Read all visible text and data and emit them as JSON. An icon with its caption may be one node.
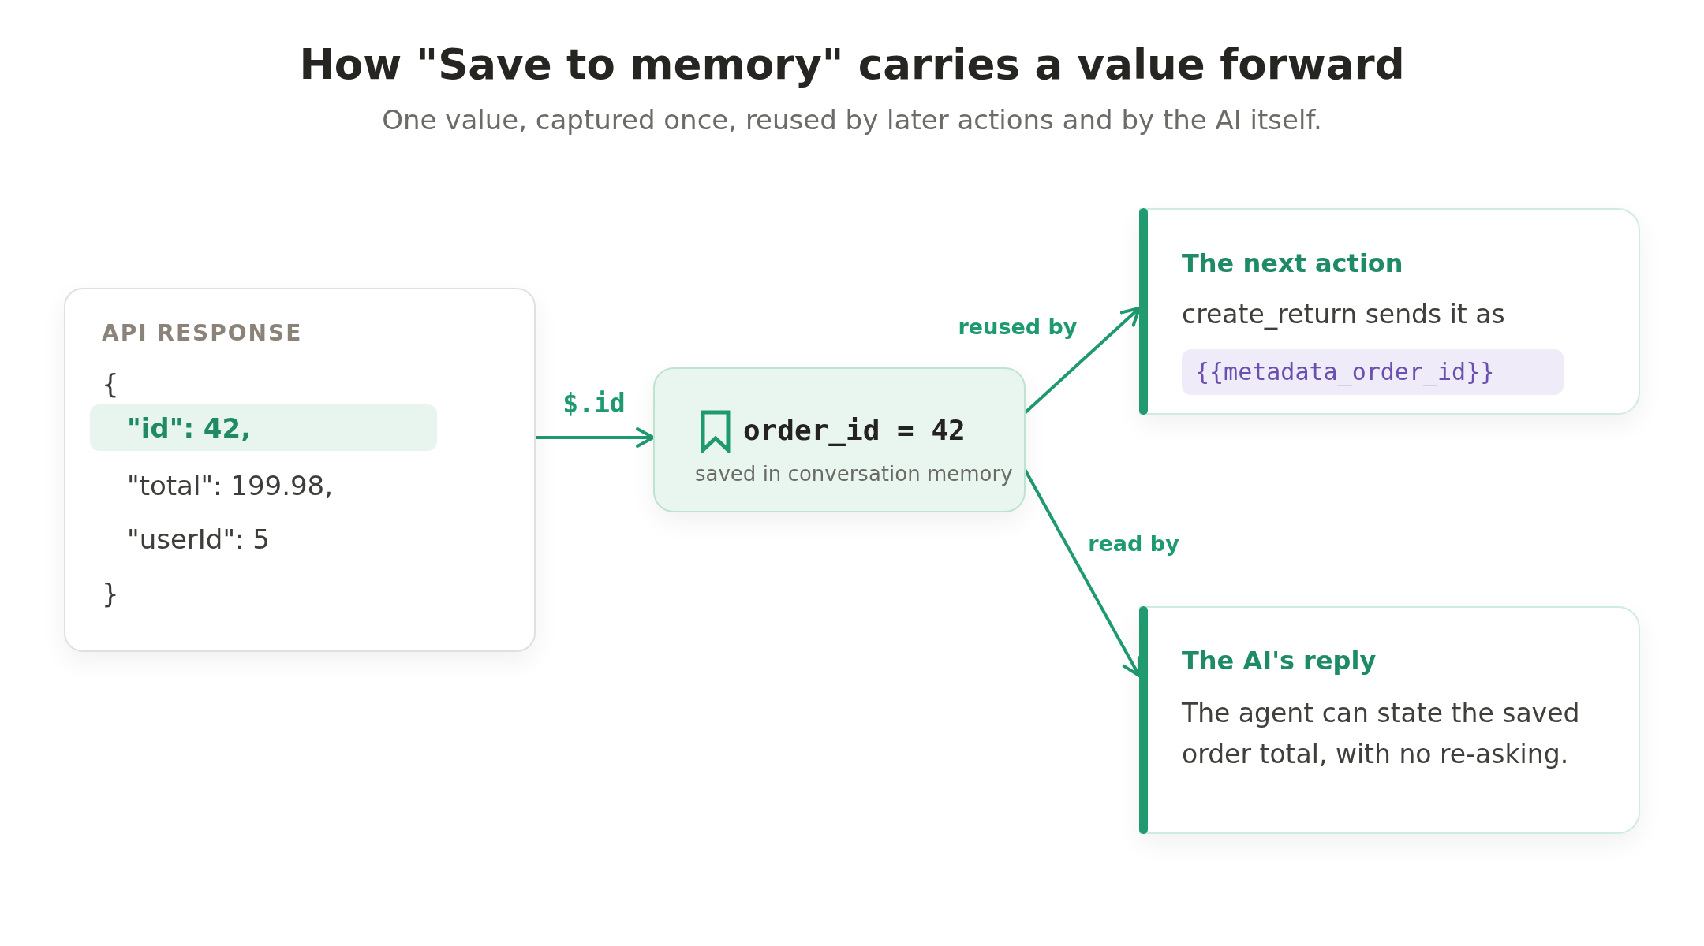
{
  "diagram": {
    "title": "How \"Save to memory\" carries a value forward",
    "nodes": [
      {
        "text": [
          "API RESPONSE",
          "{",
          "\"total\": 199.98,",
          "\"userId\": 5",
          "}"
        ]
      },
      {
        "text": [
          "\"id\": 42,"
        ],
        "in": 0
      },
      {
        "text": [
          "order_id = 42",
          "saved in conversation memory"
        ]
      },
      {
        "text": [
          "The next action",
          "create_return sends it as"
        ]
      },
      {
        "text": [
          "{{metadata_order_id}}"
        ],
        "in": 3
      },
      {
        "text": [
          "The AI's reply",
          "The agent can state the saved order total, with no re-asking."
        ]
      }
    ],
    "edges": [
      {
        "from": 0,
        "to": 2,
        "arrow": "to",
        "label": "$.id"
      },
      {
        "from": 2,
        "to": 3,
        "arrow": "to",
        "label": "reused by"
      },
      {
        "from": 2,
        "to": 5,
        "arrow": "to",
        "label": "read by"
      }
    ],
    "labels": [
      "One value, captured once, reused by later actions and by the AI itself."
    ]
  }
}
